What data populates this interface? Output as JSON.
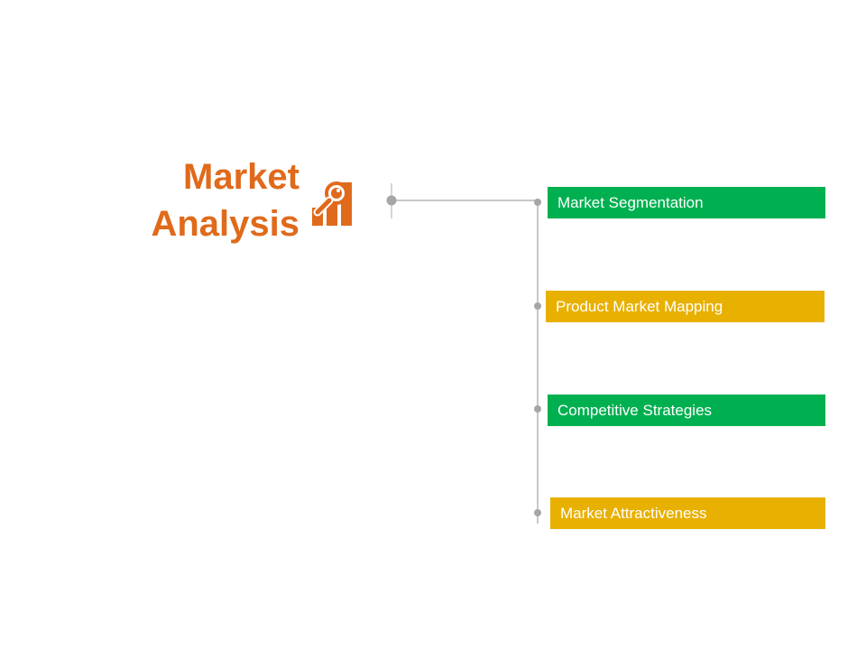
{
  "title": {
    "line1": "Market",
    "line2": "Analysis"
  },
  "icon": "magnifier-bar-chart-icon",
  "colors": {
    "title": "#e06a1b",
    "icon": "#e06a1b",
    "green": "#00b050",
    "yellow": "#e8b000",
    "connector": "#c8c8c8",
    "dot": "#a6a6a6"
  },
  "items": [
    {
      "label": "Market Segmentation",
      "color": "green"
    },
    {
      "label": "Product Market Mapping",
      "color": "yellow"
    },
    {
      "label": "Competitive Strategies",
      "color": "green"
    },
    {
      "label": "Market Attractiveness",
      "color": "yellow"
    }
  ]
}
